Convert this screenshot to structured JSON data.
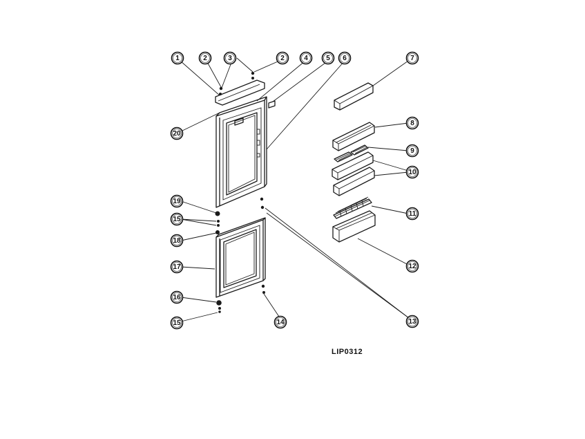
{
  "diagram_code": "LIP0312",
  "callouts": [
    {
      "id": "c1",
      "label": "1"
    },
    {
      "id": "c2a",
      "label": "2"
    },
    {
      "id": "c3",
      "label": "3"
    },
    {
      "id": "c2b",
      "label": "2"
    },
    {
      "id": "c4",
      "label": "4"
    },
    {
      "id": "c5",
      "label": "5"
    },
    {
      "id": "c6",
      "label": "6"
    },
    {
      "id": "c7",
      "label": "7"
    },
    {
      "id": "c20",
      "label": "20"
    },
    {
      "id": "c8",
      "label": "8"
    },
    {
      "id": "c9",
      "label": "9"
    },
    {
      "id": "c10",
      "label": "10"
    },
    {
      "id": "c11",
      "label": "11"
    },
    {
      "id": "c19",
      "label": "19"
    },
    {
      "id": "c15a",
      "label": "15"
    },
    {
      "id": "c18",
      "label": "18"
    },
    {
      "id": "c12",
      "label": "12"
    },
    {
      "id": "c17",
      "label": "17"
    },
    {
      "id": "c16",
      "label": "16"
    },
    {
      "id": "c15b",
      "label": "15"
    },
    {
      "id": "c14",
      "label": "14"
    },
    {
      "id": "c13",
      "label": "13"
    }
  ]
}
